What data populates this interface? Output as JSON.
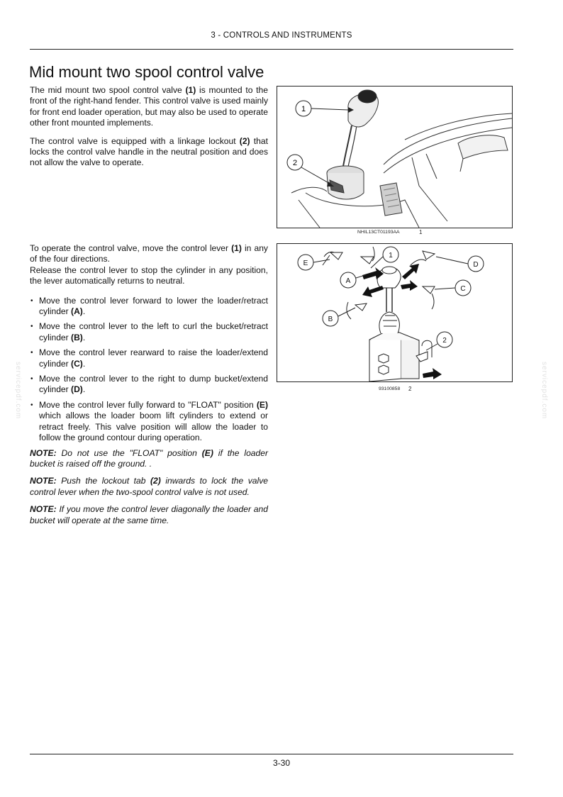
{
  "header": {
    "section": "3 - CONTROLS AND INSTRUMENTS"
  },
  "title": "Mid mount two spool control valve",
  "intro": [
    {
      "pre": "The mid mount two spool control valve ",
      "ref": "(1)",
      "post": " is mounted to the front of the right-hand fender.  This control valve is used mainly for front end loader operation, but may also be used to operate other front mounted implements."
    },
    {
      "pre": "The control valve is equipped with a linkage lockout ",
      "ref": "(2)",
      "post": " that locks the control valve handle in the neutral position and does not allow the valve to operate."
    }
  ],
  "operate": {
    "line1_pre": "To operate the control valve, move the control lever ",
    "line1_ref": "(1)",
    "line1_post": " in any of the four directions.",
    "line2": "Release the control lever to stop the cylinder in any position, the lever automatically returns to neutral."
  },
  "bullets": [
    {
      "pre": "Move the control lever forward to lower the loader/retract cylinder ",
      "ref": "(A)",
      "post": "."
    },
    {
      "pre": "Move the control lever to the left to curl the bucket/retract cylinder ",
      "ref": "(B)",
      "post": "."
    },
    {
      "pre": "Move the control lever rearward to raise the loader/extend cylinder ",
      "ref": "(C)",
      "post": "."
    },
    {
      "pre": "Move the control lever to the right to dump bucket/extend cylinder ",
      "ref": "(D)",
      "post": "."
    },
    {
      "pre": "Move the control lever fully forward to \"FLOAT\" position ",
      "ref": "(E)",
      "post": " which allows the loader boom lift cylinders to extend or retract freely. This valve position will allow the loader to follow the ground contour during operation."
    }
  ],
  "notes": [
    {
      "label": "NOTE:",
      "pre": " Do not use the \"FLOAT\" position ",
      "ref": "(E)",
      "post": " if the loader bucket is raised off the ground.  ."
    },
    {
      "label": "NOTE:",
      "pre": " Push the lockout tab ",
      "ref": "(2)",
      "post": " inwards to lock the valve control lever when the two-spool control valve is not used."
    },
    {
      "label": "NOTE:",
      "pre": " If you move the control lever diagonally the loader and bucket will operate at the same time.",
      "ref": "",
      "post": ""
    }
  ],
  "figure1": {
    "caption": "NHIL13CT01193AA",
    "number": "1",
    "callouts": [
      "1",
      "2"
    ]
  },
  "figure2": {
    "caption": "93100858",
    "number": "2",
    "callouts": [
      "E",
      "1",
      "D",
      "A",
      "C",
      "B",
      "2"
    ]
  },
  "footer": {
    "page": "3-30"
  },
  "watermark": "servicepdf.com"
}
